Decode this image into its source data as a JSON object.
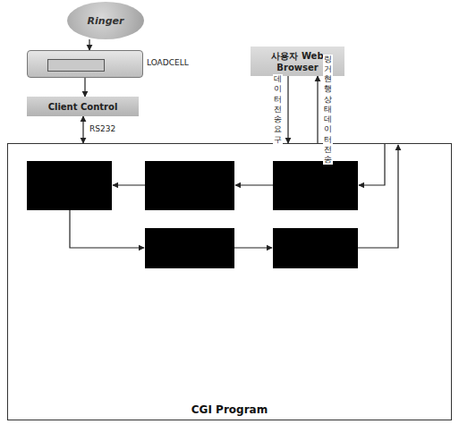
{
  "diagram": {
    "nodes": [
      {
        "text": [
          "Ringer"
        ]
      },
      {
        "text": [
          "LOADCELL"
        ]
      },
      {
        "text": [
          "Client Control"
        ]
      },
      {
        "text": [
          "사용자 Web Browser"
        ]
      },
      {
        "text": [
          "CGI Program"
        ]
      }
    ],
    "edges": [
      {
        "from": 0,
        "to": 1,
        "arrow": "to"
      },
      {
        "from": 1,
        "to": 2,
        "arrow": "to"
      },
      {
        "from": 2,
        "to": 4,
        "label": "RS232",
        "arrow": "both"
      },
      {
        "from": 3,
        "to": 4,
        "label": "데이터 전송요구",
        "arrow": "to"
      },
      {
        "from": 4,
        "to": 3,
        "label": "링거현행상태 데이터전송",
        "arrow": "to"
      }
    ]
  }
}
